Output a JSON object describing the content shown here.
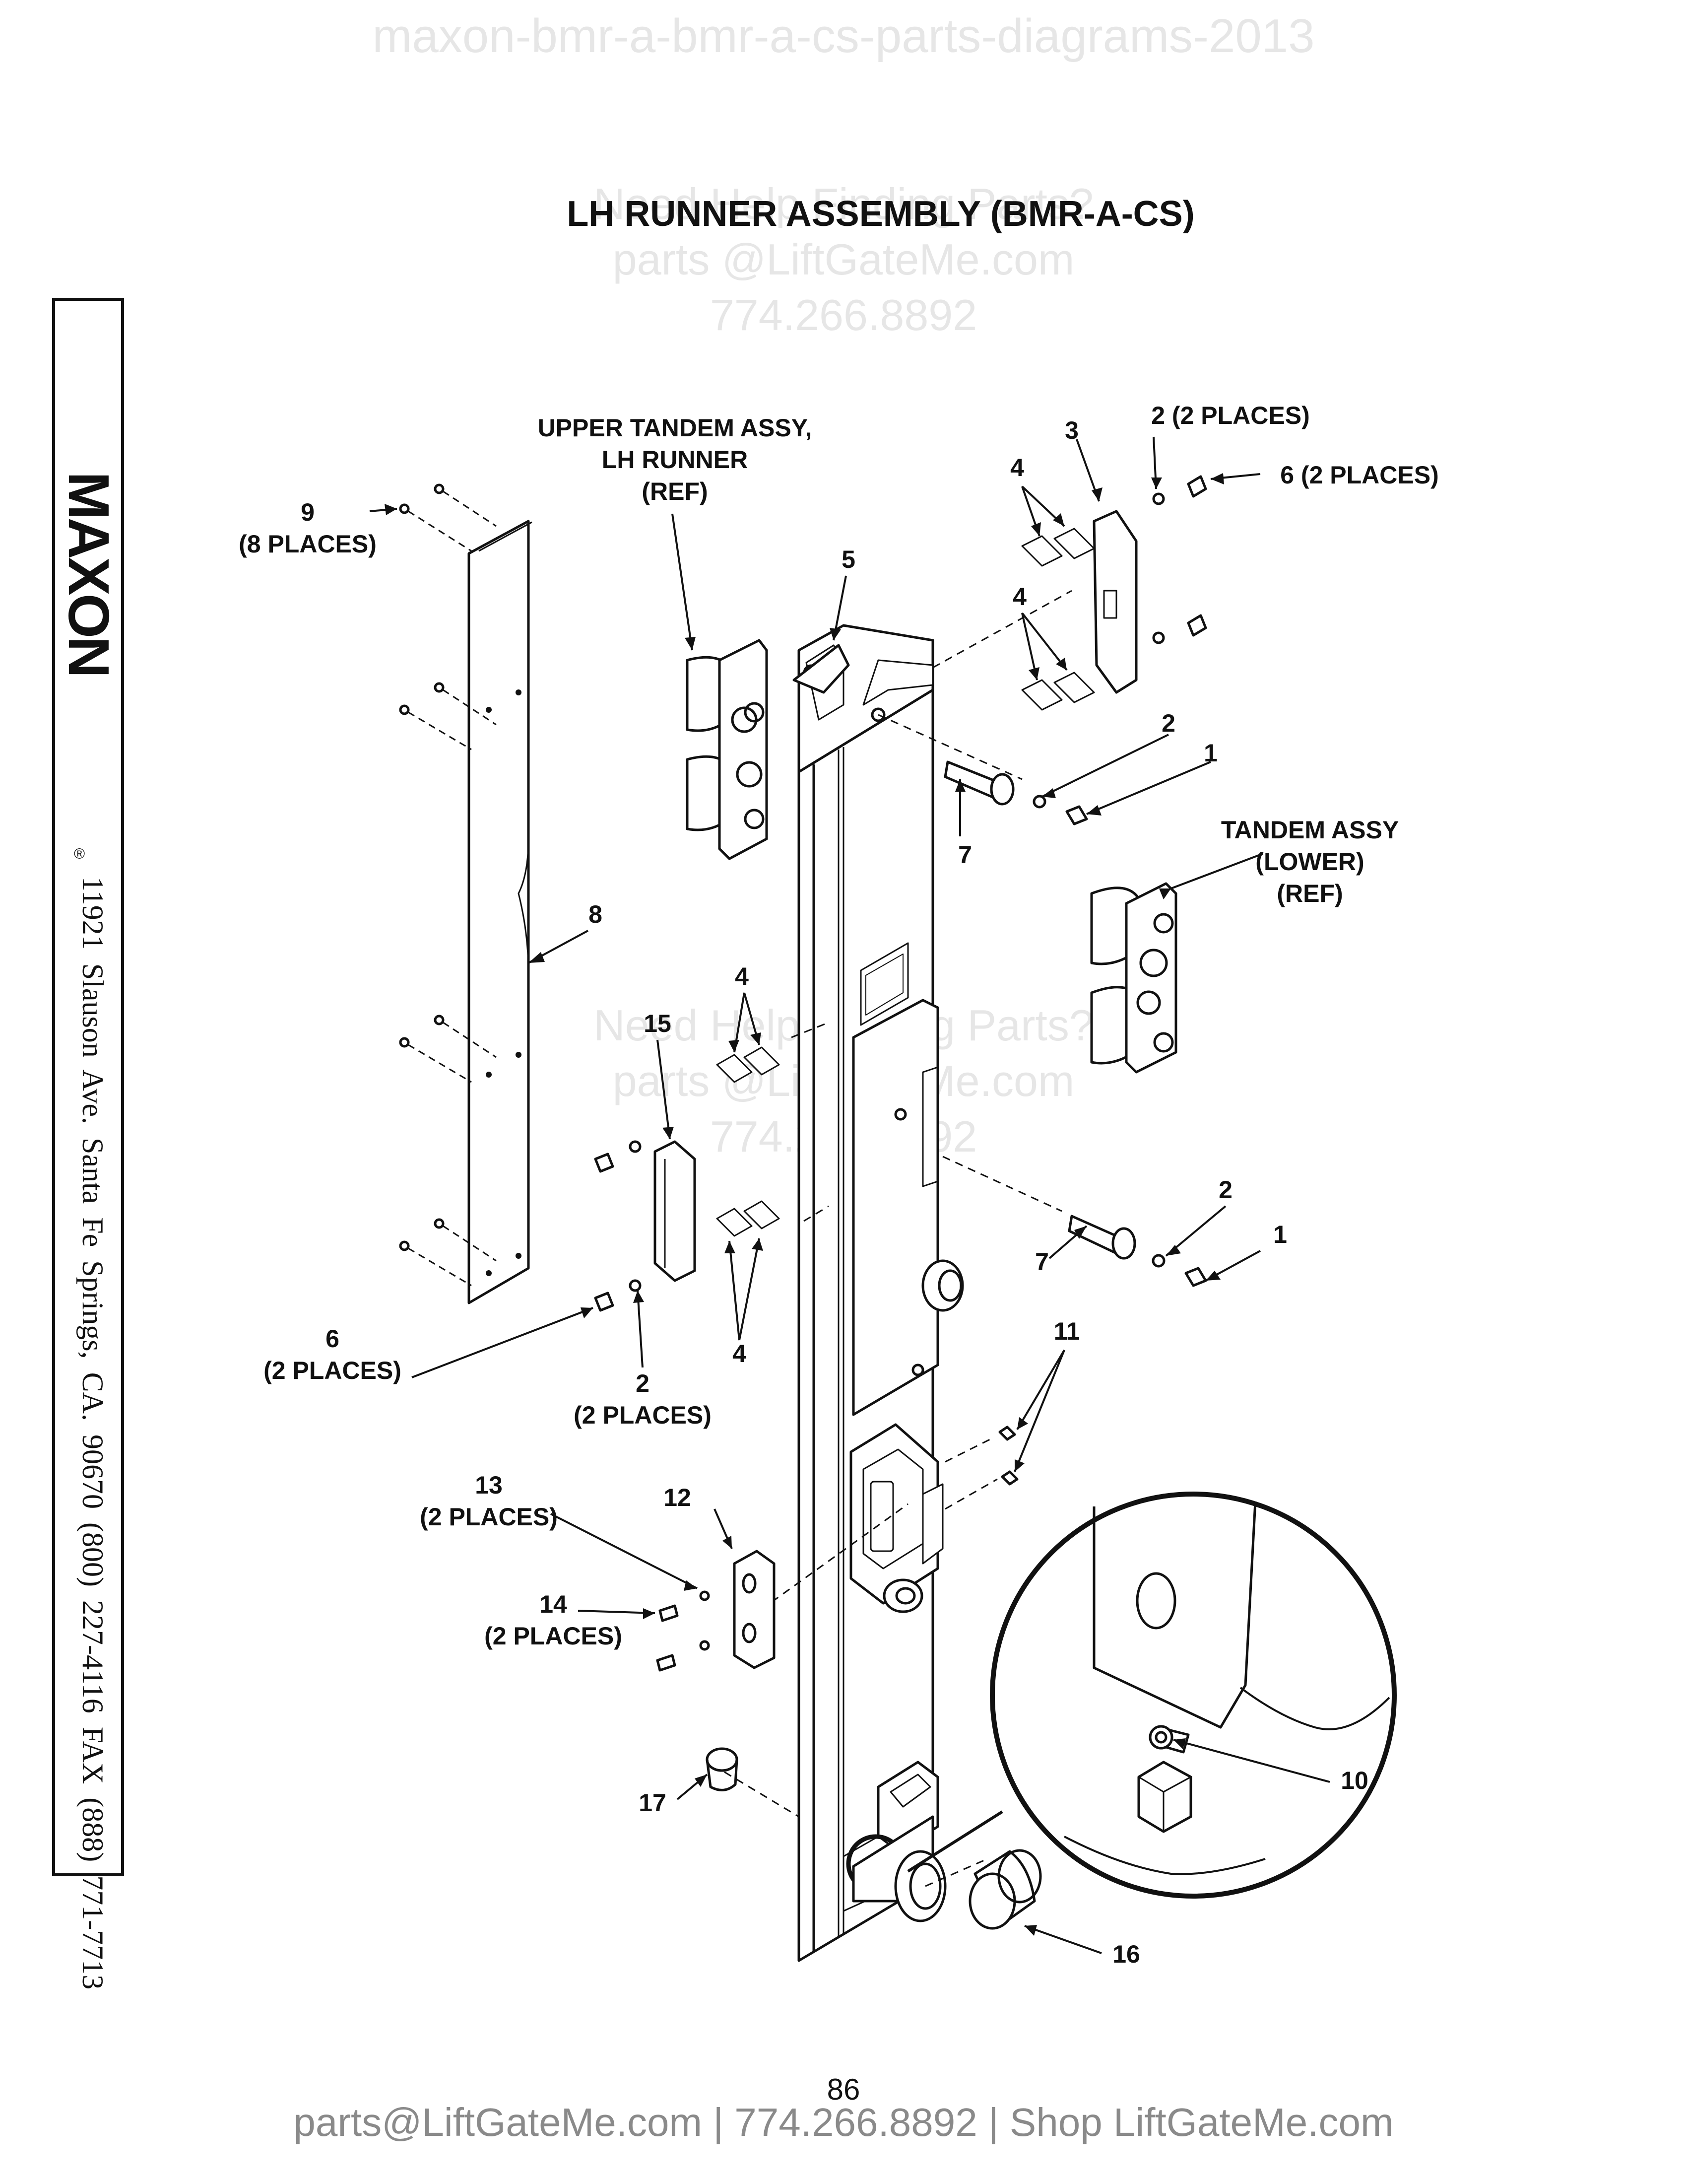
{
  "watermark": {
    "top": "maxon-bmr-a-bmr-a-cs-parts-diagrams-2013",
    "help": "Need Help Finding Parts?",
    "email": "parts @LiftGateMe.com",
    "phone": "774.266.8892"
  },
  "title": "LH RUNNER ASSEMBLY (BMR-A-CS)",
  "sidebar": {
    "brand": "MAXON",
    "registered": "®",
    "address": "11921 Slauson Ave.  Santa Fe Springs, CA.  90670  (800) 227-4116  FAX (888) 771-7713"
  },
  "labels": {
    "upper_tandem": [
      "UPPER TANDEM ASSY,",
      "LH RUNNER",
      "(REF)"
    ],
    "tandem_lower": [
      "TANDEM ASSY",
      "(LOWER)",
      "(REF)"
    ],
    "l9": [
      "9",
      "(8 PLACES)"
    ],
    "l3": "3",
    "l2_top": "2 (2 PLACES)",
    "l6_top": "6 (2 PLACES)",
    "l4_a": "4",
    "l4_b": "4",
    "l5": "5",
    "l2_upper": "2",
    "l1_upper": "1",
    "l7_upper": "7",
    "l8": "8",
    "l4_c": "4",
    "l15": "15",
    "l2_lower": "2",
    "l1_lower": "1",
    "l7_lower": "7",
    "l4_d": "4",
    "l6_bottom": [
      "6",
      "(2 PLACES)"
    ],
    "l2_bottom": [
      "2",
      "(2 PLACES)"
    ],
    "l11": "11",
    "l13": [
      "13",
      "(2 PLACES)"
    ],
    "l12": "12",
    "l14": [
      "14",
      "(2 PLACES)"
    ],
    "l10": "10",
    "l17": "17",
    "l16": "16"
  },
  "page_number": "86",
  "footer": "parts@LiftGateMe.com | 774.266.8892 | Shop LiftGateMe.com"
}
